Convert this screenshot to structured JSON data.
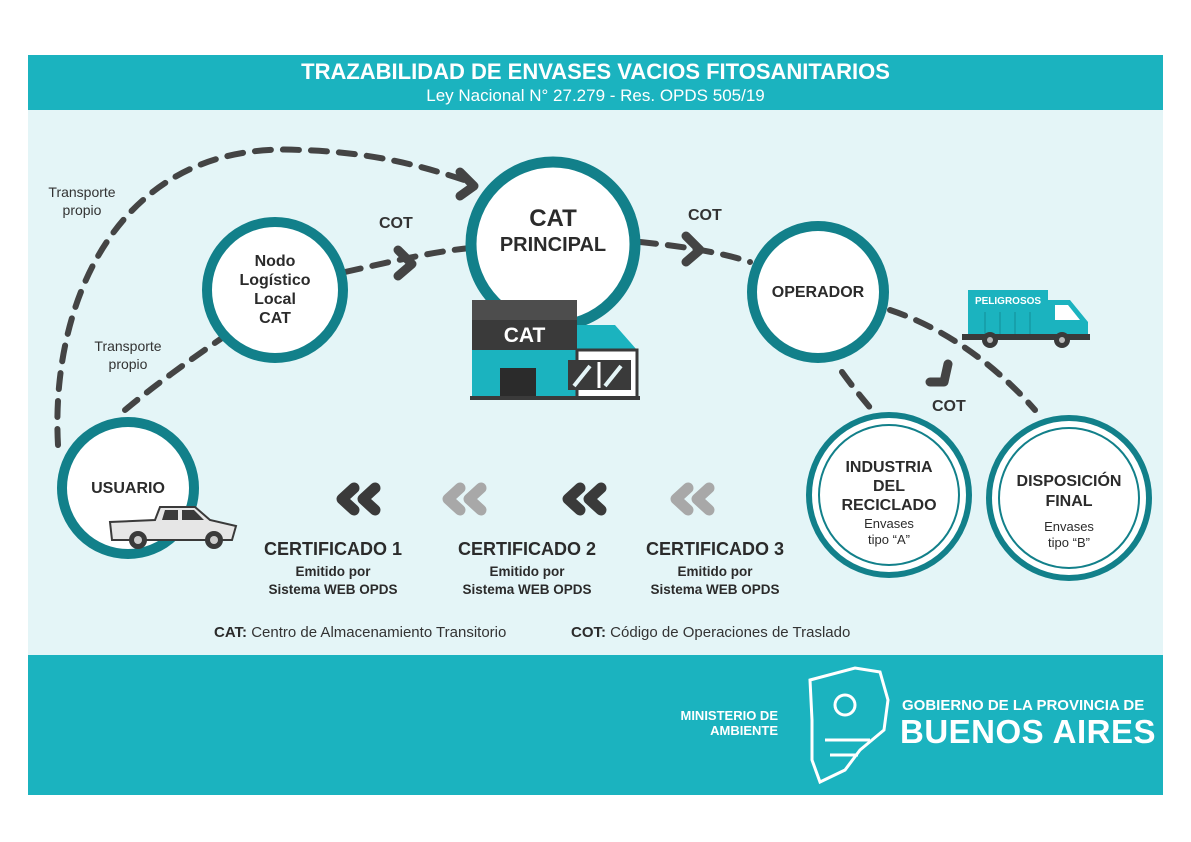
{
  "header": {
    "title": "TRAZABILIDAD DE ENVASES VACIOS FITOSANITARIOS",
    "subtitle": "Ley Nacional N° 27.279 - Res. OPDS 505/19"
  },
  "nodes": {
    "usuario": "USUARIO",
    "nodo_line1": "Nodo",
    "nodo_line2": "Logístico",
    "nodo_line3": "Local",
    "nodo_line4": "CAT",
    "cat_line1": "CAT",
    "cat_line2": "PRINCIPAL",
    "operador": "OPERADOR",
    "industria_line1": "INDUSTRIA",
    "industria_line2": "DEL",
    "industria_line3": "RECICLADO",
    "industria_note1": "Envases",
    "industria_note2": "tipo “A”",
    "disposicion_line1": "DISPOSICIÓN",
    "disposicion_line2": "FINAL",
    "disposicion_note1": "Envases",
    "disposicion_note2": "tipo “B”"
  },
  "labels": {
    "transporte1_line1": "Transporte",
    "transporte1_line2": "propio",
    "transporte2_line1": "Transporte",
    "transporte2_line2": "propio",
    "cot1": "COT",
    "cot2": "COT",
    "cot3": "COT",
    "building_sign": "CAT",
    "truck_sign": "PELIGROSOS"
  },
  "certificates": [
    {
      "title": "CERTIFICADO 1",
      "line1": "Emitido por",
      "line2": "Sistema WEB OPDS"
    },
    {
      "title": "CERTIFICADO 2",
      "line1": "Emitido por",
      "line2": "Sistema WEB OPDS"
    },
    {
      "title": "CERTIFICADO 3",
      "line1": "Emitido por",
      "line2": "Sistema WEB OPDS"
    }
  ],
  "legend": {
    "cat_key": "CAT:",
    "cat_value": "Centro de Almacenamiento Transitorio",
    "cot_key": "COT:",
    "cot_value": "Código de Operaciones de Traslado"
  },
  "footer": {
    "ministry_line1": "MINISTERIO DE",
    "ministry_line2": "AMBIENTE",
    "gov_line1": "GOBIERNO DE LA PROVINCIA DE",
    "gov_line2": "BUENOS AIRES"
  },
  "colors": {
    "teal": "#1bb3bf",
    "ring": "#12808a",
    "panel": "#e4f5f7",
    "dash": "#444444",
    "chevron_dark": "#3a3a3a",
    "chevron_light": "#a8a8a8"
  }
}
